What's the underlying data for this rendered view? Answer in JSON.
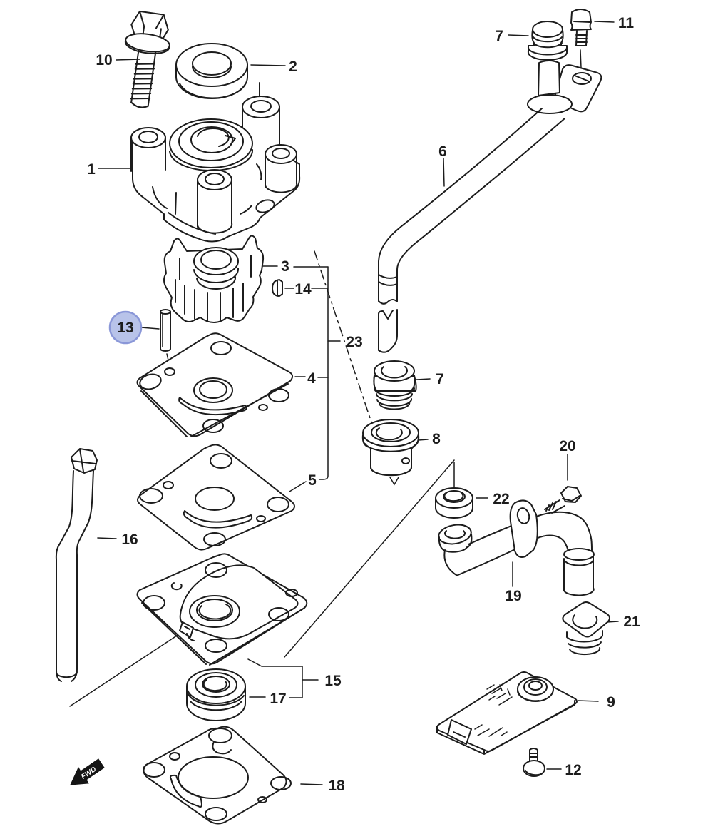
{
  "diagram": {
    "background": "#ffffff",
    "line_color": "#1c1c1c",
    "highlight_fill": "#b8c3e9",
    "highlight_stroke": "#8a97d8",
    "highlighted_part": "13",
    "fwd_label": "FWD"
  },
  "labels": {
    "p1": "1",
    "p2": "2",
    "p3": "3",
    "p4": "4",
    "p5": "5",
    "p6": "6",
    "p7a": "7",
    "p7b": "7",
    "p8": "8",
    "p9": "9",
    "p10": "10",
    "p11": "11",
    "p12": "12",
    "p13": "13",
    "p14": "14",
    "p15": "15",
    "p16": "16",
    "p17": "17",
    "p18": "18",
    "p19": "19",
    "p20": "20",
    "p21": "21",
    "p22": "22",
    "p23": "23"
  }
}
